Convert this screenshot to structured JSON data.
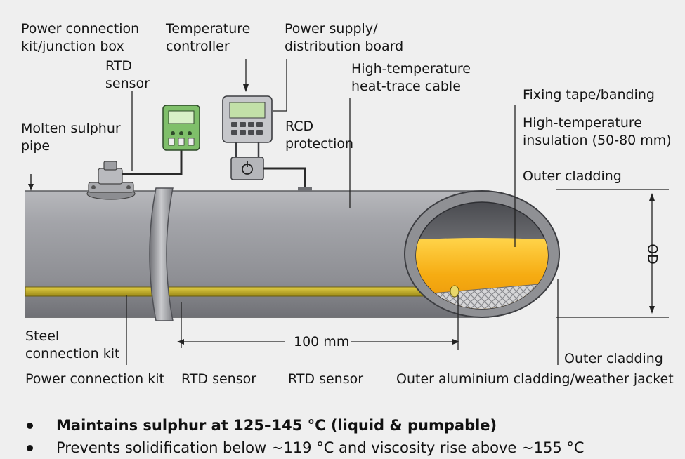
{
  "labels": {
    "power_connection_kit_junction_box": "Power connection\nkit/junction box",
    "temperature_controller": "Temperature\ncontroller",
    "power_supply_distribution_board": "Power supply/\ndistribution board",
    "rtd_sensor_top": "RTD\nsensor",
    "high_temperature_heat_trace_cable": "High-temperature\nheat-trace cable",
    "fixing_tape_banding": "Fixing tape/banding",
    "molten_sulphur_pipe": "Molten sulphur\npipe",
    "rcd_protection": "RCD\nprotection",
    "high_temperature_insulation": "High-temperature\ninsulation (50-80 mm)",
    "outer_cladding_top": "Outer cladding",
    "od": "OD",
    "steel_connection_kit": "Steel\nconnection kit",
    "dimension_100mm": "100 mm",
    "outer_cladding_bottom": "Outer cladding",
    "power_connection_kit_bottom": "Power connection kit",
    "rtd_sensor_bottom_1": "RTD sensor",
    "rtd_sensor_bottom_2": "RTD sensor",
    "outer_aluminium_cladding": "Outer aluminium cladding/weather jacket"
  },
  "bullets": [
    "Maintains sulphur at 125–145 °C (liquid & pumpable)",
    "Prevents solidification below ~119 °C and viscosity rise above ~155 °C"
  ],
  "colors": {
    "pipe": "#9a9ba0",
    "cable": "#c9b42a",
    "molten_sulphur": "#f6ac12",
    "controller_green": "#7fbf6a"
  }
}
